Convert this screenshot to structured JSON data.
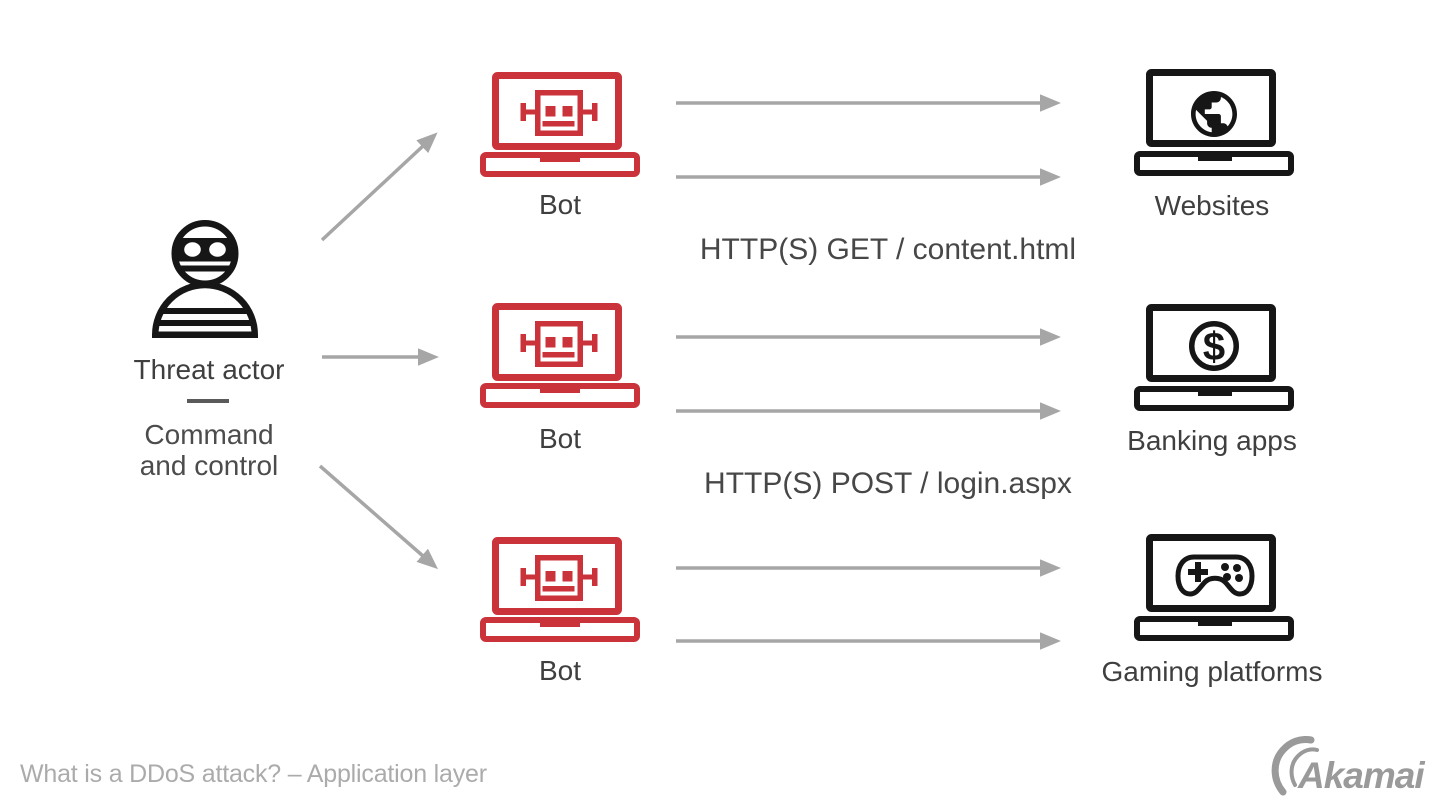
{
  "diagram": {
    "threat_actor": {
      "label": "Threat actor",
      "role": "Command and control",
      "icon": "threat-actor-icon"
    },
    "bots": [
      {
        "label": "Bot",
        "icon": "bot-laptop-icon"
      },
      {
        "label": "Bot",
        "icon": "bot-laptop-icon"
      },
      {
        "label": "Bot",
        "icon": "bot-laptop-icon"
      }
    ],
    "targets": [
      {
        "label": "Websites",
        "icon": "globe-laptop-icon"
      },
      {
        "label": "Banking apps",
        "icon": "dollar-laptop-icon"
      },
      {
        "label": "Gaming platforms",
        "icon": "gamepad-laptop-icon"
      }
    ],
    "request_labels": [
      {
        "text": "HTTP(S) GET / content.html"
      },
      {
        "text": "HTTP(S) POST / login.aspx"
      }
    ],
    "icon_glyphs": {
      "dollar": "$"
    }
  },
  "footer": {
    "caption": "What is a DDoS attack? – Application layer",
    "brand": "Akamai"
  },
  "colors": {
    "bot_red": "#CB333B",
    "target_black": "#161616",
    "arrow_gray": "#A6A6A6",
    "label_dark": "#3F3F3F",
    "http_dark": "#474747",
    "sub_gray": "#4C4C4C",
    "divider_gray": "#5A5A5A",
    "caption_gray": "#ABABAB",
    "brand_gray": "#9A9A9A",
    "background": "#FFFFFF"
  }
}
